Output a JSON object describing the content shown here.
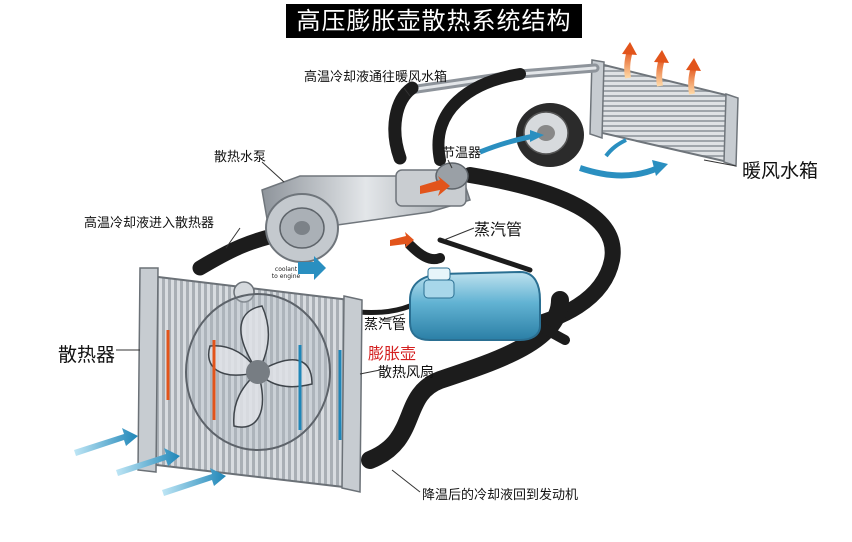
{
  "title": "高压膨胀壶散热系统结构",
  "labels": {
    "heater_hot_in": "高温冷却液通往暖风水箱",
    "water_pump": "散热水泵",
    "thermostat": "节温器",
    "heater_core": "暖风水箱",
    "radiator_hot_in": "高温冷却液进入散热器",
    "steam_pipe_upper": "蒸汽管",
    "steam_pipe_lower": "蒸汽管",
    "expansion_tank": "膨胀壶",
    "radiator": "散热器",
    "fan": "散热风扇",
    "cooled_return": "降温后的冷却液回到发动机",
    "coolant_to_engine_line1": "coolant",
    "coolant_to_engine_line2": "to engine"
  },
  "colors": {
    "hose": "#1c1c1c",
    "hot_arrow": "#e2541b",
    "cool_arrow": "#2a8fc0",
    "tank": "#4fa6c8",
    "metal": "#b9bec4",
    "highlight_label": "#d42020"
  }
}
